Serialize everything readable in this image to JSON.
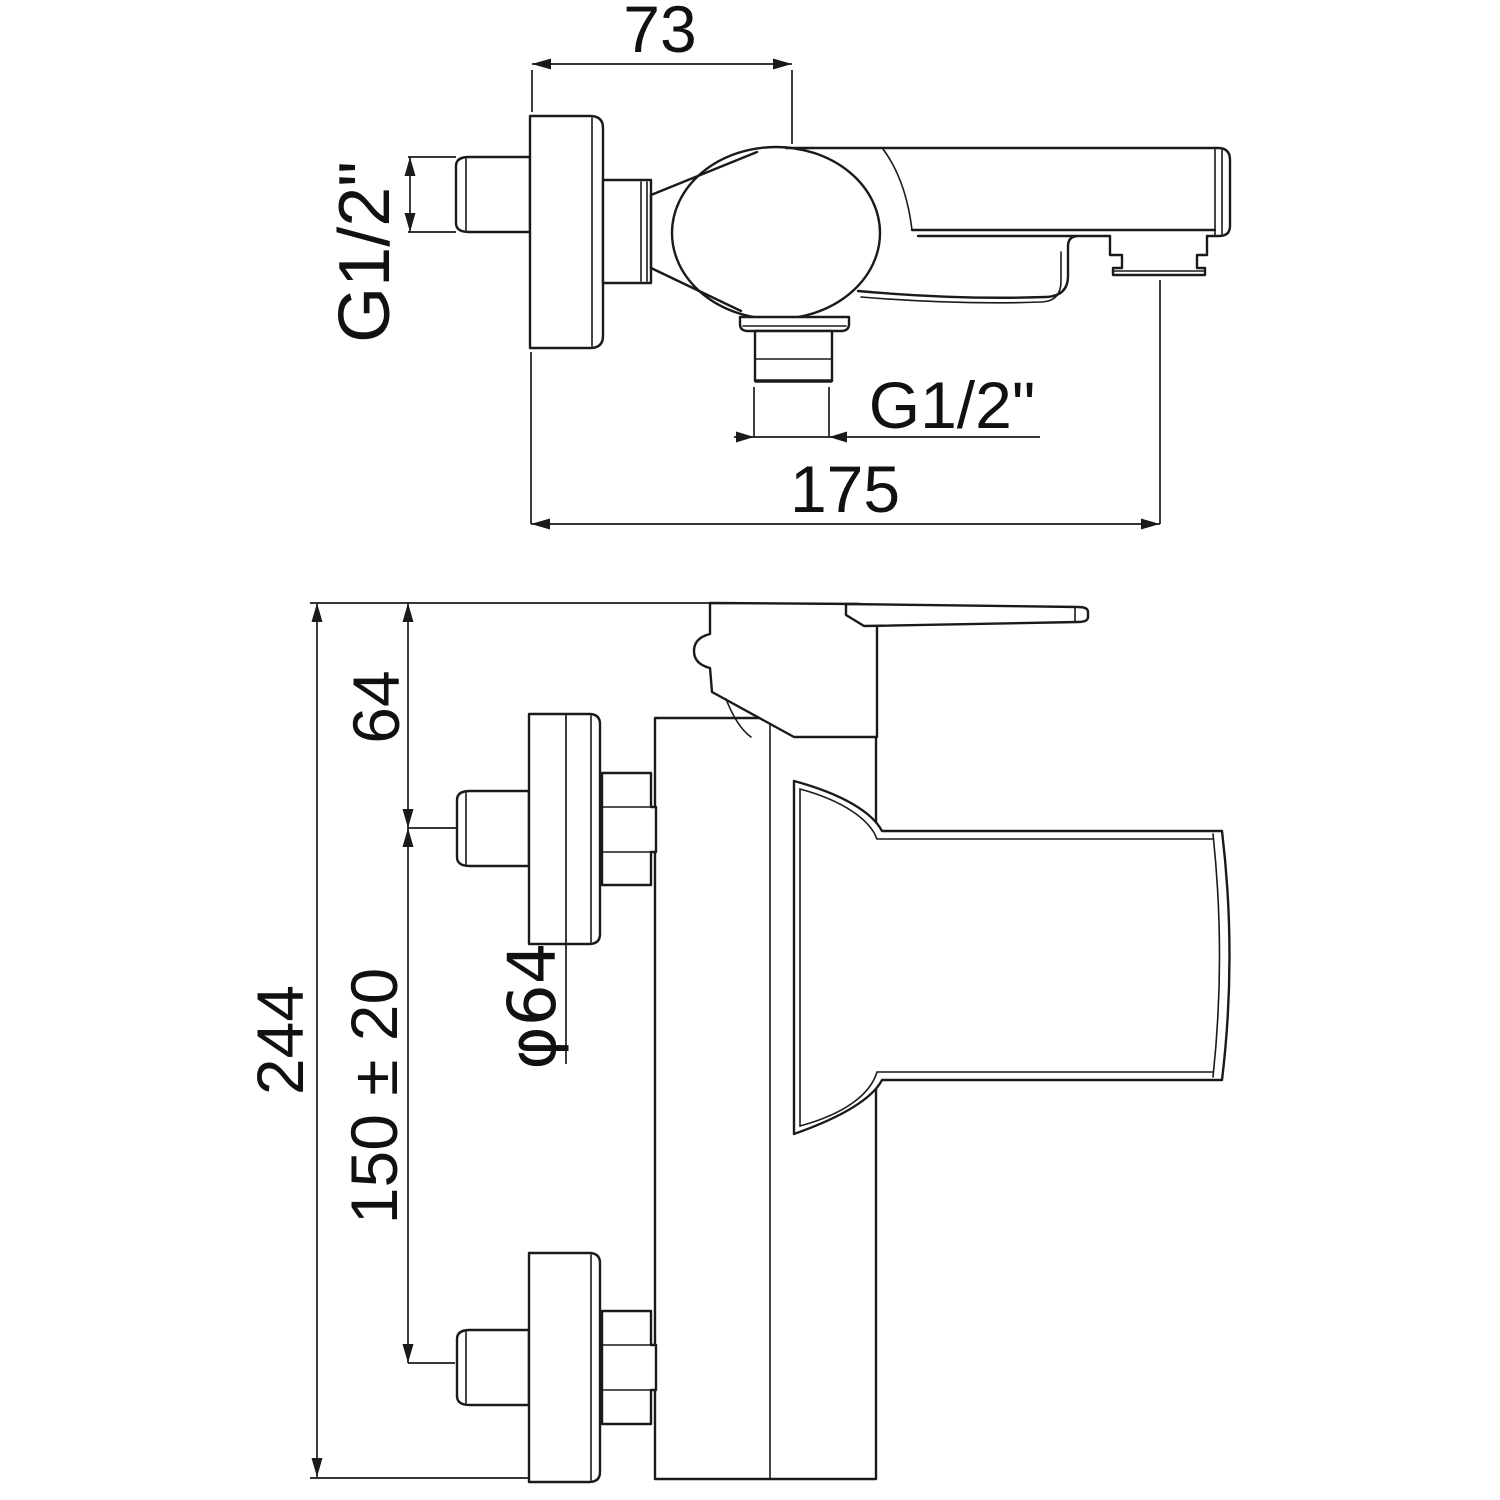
{
  "document": {
    "type": "technical-drawing",
    "product": "Wall-mounted single-lever bath shower mixer",
    "background": "#ffffff",
    "line_color": "#1a1a1a",
    "text_color": "#111111"
  },
  "views": {
    "top": {
      "name": "plan-view",
      "dim_spout_offset": {
        "label": "73"
      },
      "dim_inlet_thread": {
        "label": "G1/2\""
      },
      "dim_outlet_thread": {
        "label": "G1/2\""
      },
      "dim_spout_reach": {
        "label": "175"
      }
    },
    "front": {
      "name": "front-elevation",
      "dim_top_to_inlet_axis": {
        "label": "64"
      },
      "dim_overall_height": {
        "label": "244"
      },
      "dim_inlet_centres": {
        "label": "150 ± 20"
      },
      "dim_flange_diameter": {
        "label": "φ64"
      }
    }
  }
}
